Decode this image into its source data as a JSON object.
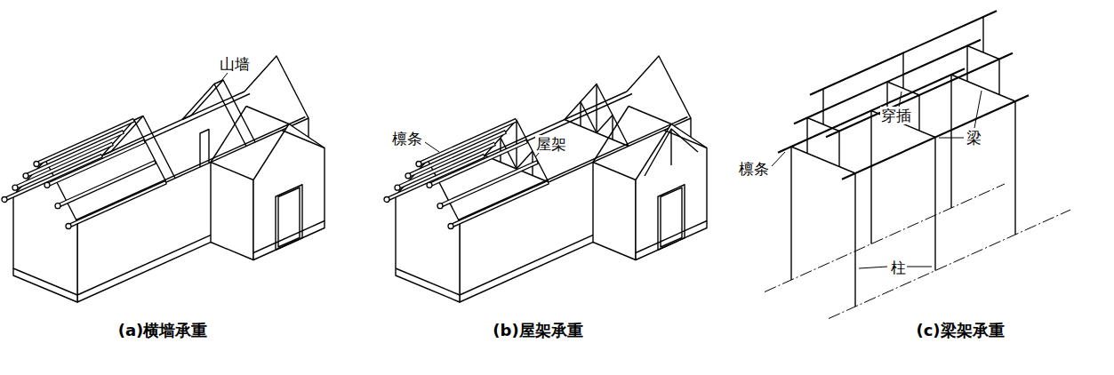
{
  "diagram": {
    "labels": [
      "山墙",
      "檩条",
      "屋架",
      "穿插",
      "檩条",
      "梁",
      "柱",
      "(a)横墙承重",
      "(b)屋架承重",
      "(c)梁架承重"
    ]
  }
}
